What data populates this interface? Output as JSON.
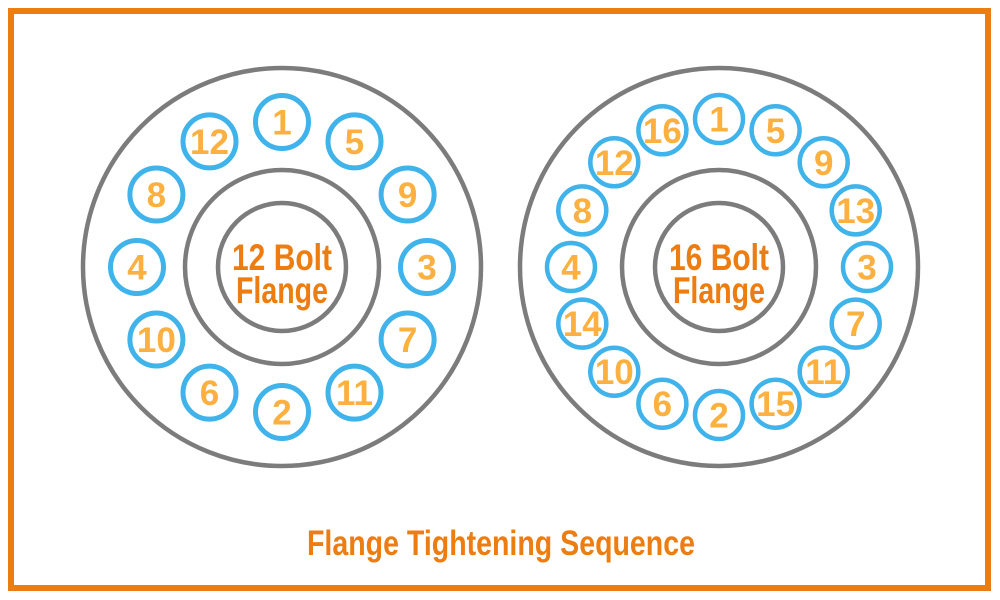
{
  "title": "Flange Tightening Sequence",
  "colors": {
    "accent_orange": "#ED7D11",
    "bolt_number_amber": "#FBB040",
    "bolt_circle_blue": "#3FB3EA",
    "outline_gray": "#7C7C7C",
    "background": "#FFFFFF"
  },
  "flanges": [
    {
      "name": "12-bolt-flange",
      "label": "12 Bolt Flange",
      "label_lines": [
        "12 Bolt",
        "Flange"
      ],
      "bolt_count": 12,
      "bolts_clockwise_from_top": [
        1,
        5,
        9,
        3,
        7,
        11,
        2,
        6,
        10,
        4,
        8,
        12
      ]
    },
    {
      "name": "16-bolt-flange",
      "label": "16 Bolt Flange",
      "label_lines": [
        "16 Bolt",
        "Flange"
      ],
      "bolt_count": 16,
      "bolts_clockwise_from_top": [
        1,
        5,
        9,
        13,
        3,
        7,
        11,
        15,
        2,
        6,
        10,
        14,
        4,
        8,
        12,
        16
      ]
    }
  ]
}
